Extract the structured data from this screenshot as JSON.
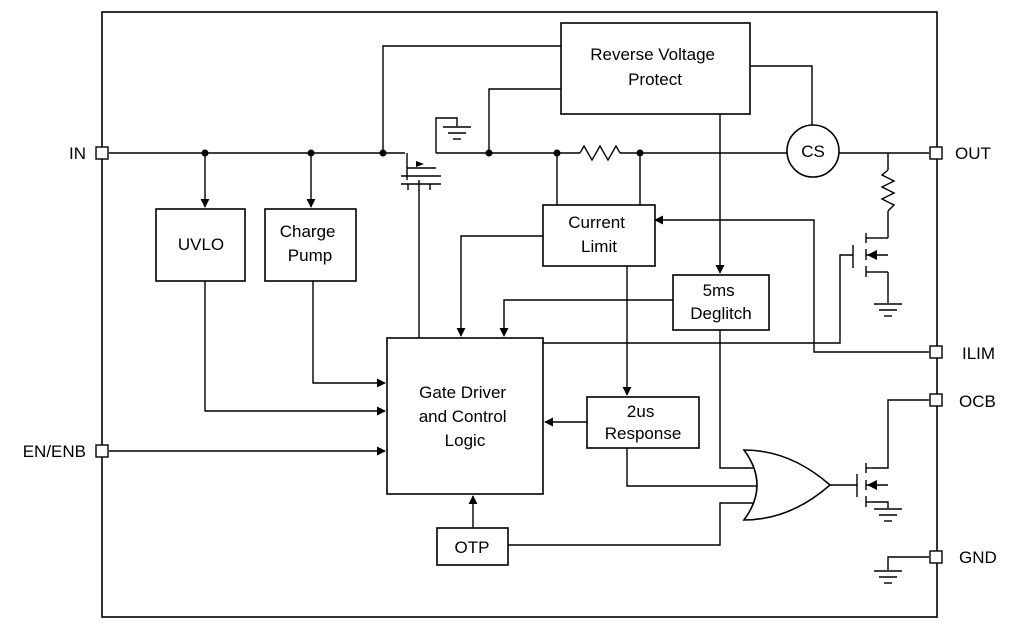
{
  "blocks": {
    "reverse_voltage": [
      "Reverse Voltage",
      "Protect"
    ],
    "uvlo": [
      "UVLO"
    ],
    "charge_pump": [
      "Charge",
      "Pump"
    ],
    "current_limit": [
      "Current",
      "Limit"
    ],
    "deglitch": [
      "5ms",
      "Deglitch"
    ],
    "gate_driver": [
      "Gate Driver",
      "and Control",
      "Logic"
    ],
    "response": [
      "2us",
      "Response"
    ],
    "otp": [
      "OTP"
    ],
    "cs": [
      "CS"
    ]
  },
  "pins": {
    "in": "IN",
    "en": "EN/ENB",
    "out": "OUT",
    "ilim": "ILIM",
    "ocb": "OCB",
    "gnd": "GND"
  }
}
